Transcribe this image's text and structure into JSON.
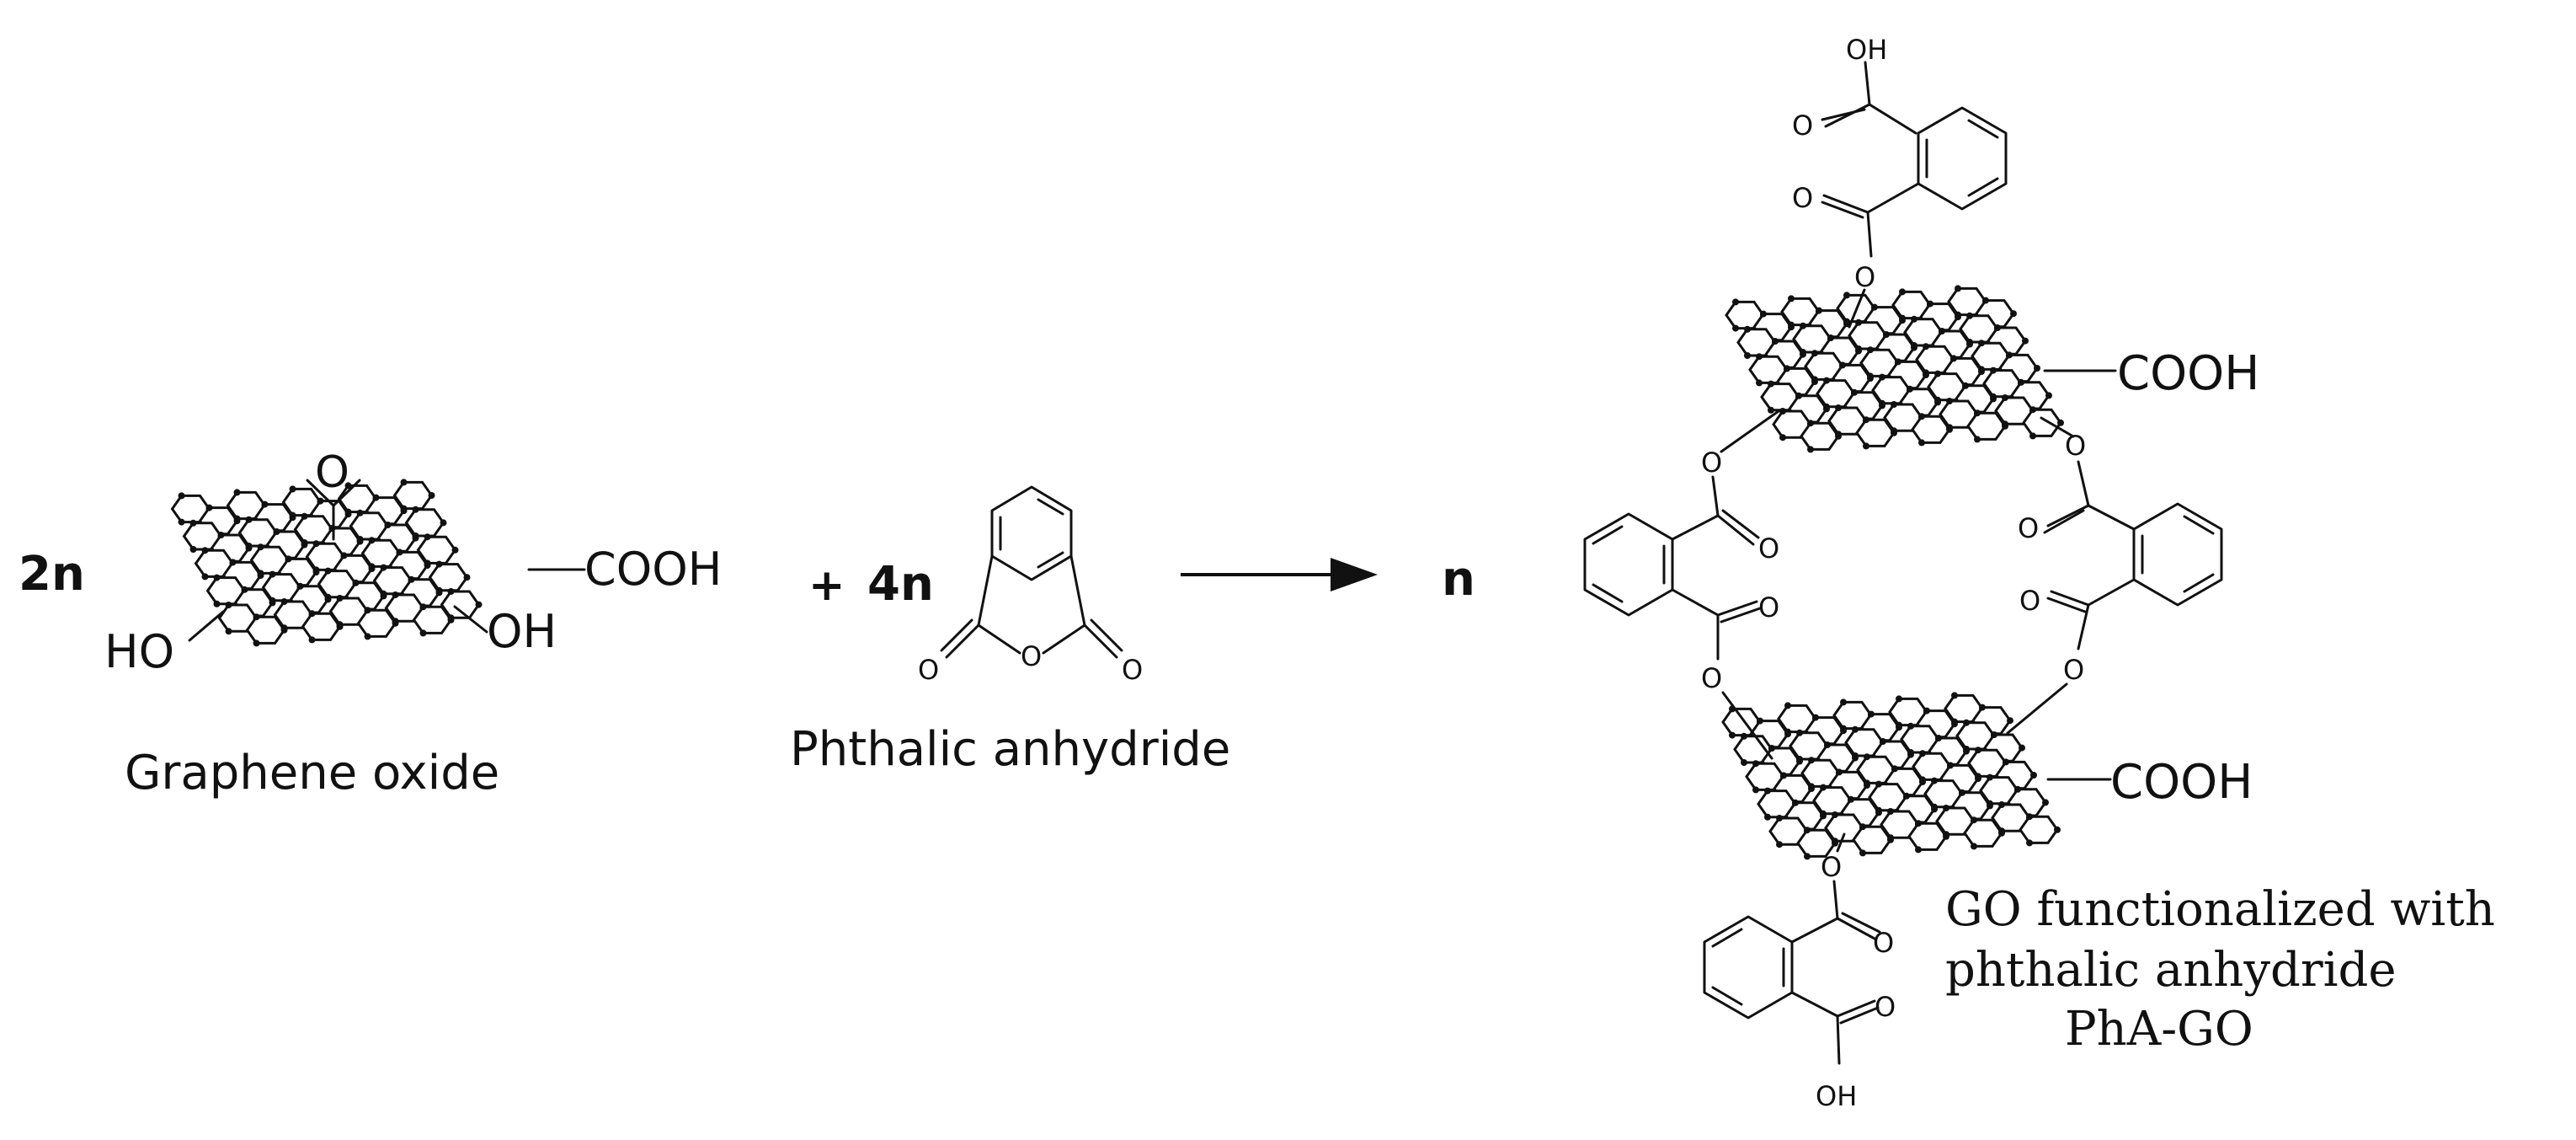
{
  "reaction": {
    "coefficient_go": "2n",
    "plus": "+",
    "coefficient_pha": "4n",
    "coefficient_product": "n"
  },
  "labels": {
    "graphene_oxide": "Graphene oxide",
    "phthalic_anhydride": "Phthalic anhydride",
    "product_line1": "GO functionalized with",
    "product_line2": "phthalic anhydride",
    "product_line3": "PhA-GO"
  },
  "groups": {
    "cooh": "COOH",
    "oh": "OH",
    "ho": "HO",
    "o": "O"
  }
}
